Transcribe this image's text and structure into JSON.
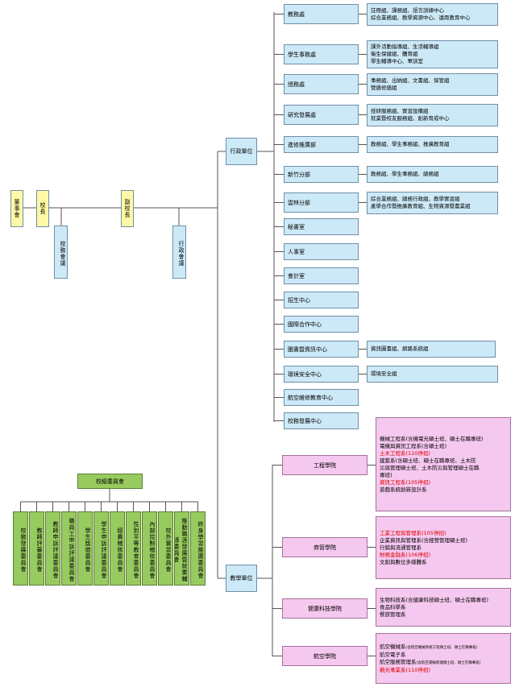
{
  "top": {
    "board": "董事會",
    "president": "校長",
    "vice_president": "副校長",
    "university_council": "校務會議",
    "admin_council": "行政會議"
  },
  "branches": {
    "admin": "行政單位",
    "teaching": "教學單位"
  },
  "admin_units": [
    {
      "name": "教務處",
      "desc": [
        "註冊組、課務組、語言訓練中心",
        "綜合業務組、教學資源中心、遠距教育中心"
      ]
    },
    {
      "name": "學生事務處",
      "desc": [
        "課外活動指導組、生活輔導組",
        "衛生保健組、體育組",
        "學生輔導中心、軍訓室"
      ]
    },
    {
      "name": "總務處",
      "desc": [
        "事務組、出納組、文書組、保管組",
        "營繕修繕組"
      ]
    },
    {
      "name": "研究發展處",
      "desc": [
        "技研服務組、實習設備組",
        "就業暨校友服務組、創新育成中心"
      ]
    },
    {
      "name": "進修推廣部",
      "desc": [
        "教務組、學生事務組、推廣教育組"
      ]
    },
    {
      "name": "新竹分部",
      "desc": [
        "教務組、學生事務組、總務組"
      ]
    },
    {
      "name": "雲林分部",
      "desc": [
        "綜合業務組、總務行政組、教學實習組",
        "產學合作暨推廣教育組、生物資源暨農業組"
      ]
    },
    {
      "name": "秘書室",
      "desc": []
    },
    {
      "name": "人事室",
      "desc": []
    },
    {
      "name": "會計室",
      "desc": []
    },
    {
      "name": "招生中心",
      "desc": []
    },
    {
      "name": "國際合作中心",
      "desc": []
    },
    {
      "name": "圖書暨資訊中心",
      "desc": [
        "資訊圖書組、網路系統組"
      ]
    },
    {
      "name": "環境安全中心",
      "desc": [
        "環境安全組"
      ]
    },
    {
      "name": "航空維修教育中心",
      "desc": []
    },
    {
      "name": "校務發展中心",
      "desc": []
    }
  ],
  "colleges": [
    {
      "name": "工程學院",
      "depts": [
        {
          "text": "機械工程系(含機電光碩士班、碩士在職專班)"
        },
        {
          "text": "電機與資訊工程系(含碩士班)"
        },
        {
          "text": "土木工程系(110停招)",
          "red": true
        },
        {
          "text": "建築系(含碩士班、碩士在職專班、土木防"
        },
        {
          "text": "災與管理碩士班、土木防災與管理碩士在職"
        },
        {
          "text": "專班)"
        },
        {
          "text": "資訊工程系(105停招)",
          "red": true
        },
        {
          "text": "遊戲系統創新設計系"
        }
      ]
    },
    {
      "name": "商管學院",
      "depts": [
        {
          "text": "工業工程與管理系(105停招)",
          "red": true
        },
        {
          "text": "企業資訊與管理系(含經營管理碩士班)"
        },
        {
          "text": "行銷與流通管理系"
        },
        {
          "text": "財務金融系(106停招)",
          "red": true
        },
        {
          "text": "文創與數位多媒體系"
        }
      ]
    },
    {
      "name": "健康科技學院",
      "depts": [
        {
          "text": "生物科技系(含健康科技碩士班、碩士在職專班)"
        },
        {
          "text": "食品科學系"
        },
        {
          "text": "餐旅管理系"
        }
      ]
    },
    {
      "name": "航空學院",
      "depts": [
        {
          "text": "航空機械系",
          "note": "(含航空機械系統工程碩士班、碩士在職專班)"
        },
        {
          "text": "航空電子系"
        },
        {
          "text": "航空服務管理系",
          "note": "(含航空運輸管理碩士班、碩士在職專班)"
        },
        {
          "text": "觀光事業系(110停招)",
          "red": true
        }
      ]
    }
  ],
  "committees": {
    "title": "校級委員會",
    "items": [
      "校務發展委員會",
      "教師評審委員會",
      "教師申訴評議委員會",
      "職員工申訴評議委員會",
      "學生獎懲委員會",
      "學生申訴評議委員會",
      "經費稽核委員會",
      "性別平等教育委員會",
      "內部控制稽核委員會",
      "校外實習委員會",
      "推動職涯發展暨就業輔導委員會",
      "終身學習推廣委員會"
    ]
  },
  "colors": {
    "blue_box": "#cce9f7",
    "yellow_box": "#fff9a6",
    "pink_box": "#f5c8ef",
    "green_box": "#98cb5f",
    "red_text": "#e00000"
  }
}
